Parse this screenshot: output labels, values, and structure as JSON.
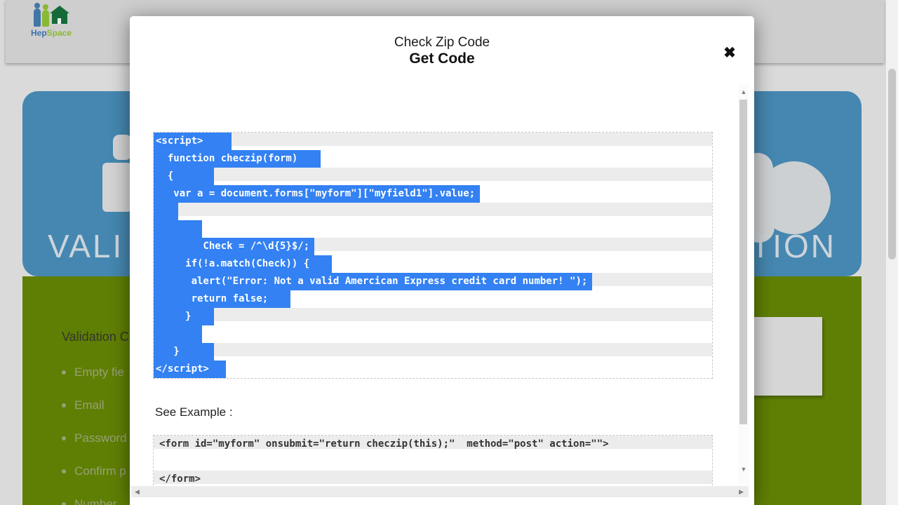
{
  "header": {
    "logo": {
      "hep": "Hep",
      "space": "Space"
    }
  },
  "banner": {
    "text_left": "VALI",
    "text_right": "TION",
    "color": "#4587b0",
    "text_color": "#ccd4da"
  },
  "green_panel": {
    "color": "#5f7f04",
    "heading": "Validation C",
    "bullets": [
      "Empty fie",
      "Email",
      "Password",
      "Confirm p",
      "Number"
    ]
  },
  "modal": {
    "title": "Check Zip Code",
    "subtitle": "Get Code",
    "close_icon": "✖",
    "selection_color": "#3381f3",
    "code_lines": [
      {
        "text": "<script>    ",
        "selected": true
      },
      {
        "text": "  function checzip(form)   ",
        "selected": true
      },
      {
        "text": "  {      ",
        "selected": true
      },
      {
        "text": "   var a = document.forms[\"myform\"][\"myfield1\"].value;",
        "selected": true
      },
      {
        "text": "   ",
        "selected": true
      },
      {
        "text": "       ",
        "selected": true
      },
      {
        "text": "        Check = /^\\d{5}$/;",
        "selected": true
      },
      {
        "text": "     if(!a.match(Check)) {   ",
        "selected": true
      },
      {
        "text": "      alert(\"Error: Not a valid Amercican Express credit card number! \");",
        "selected": true
      },
      {
        "text": "      return false;   ",
        "selected": true
      },
      {
        "text": "     }   ",
        "selected": true
      },
      {
        "text": "       ",
        "selected": true
      },
      {
        "text": "   }     ",
        "selected": true
      },
      {
        "text": "</script>  ",
        "selected": true
      }
    ],
    "example_label": "See Example :",
    "example_lines": [
      {
        "text": "<form id=\"myform\" onsubmit=\"return checzip(this);\"  method=\"post\" action=\"\">",
        "selected": false
      },
      {
        "text": "",
        "selected": false
      },
      {
        "text": "</form>",
        "selected": false
      }
    ],
    "scrollbar": {
      "up": "▲",
      "down": "▼",
      "left": "◀",
      "right": "▶"
    }
  }
}
